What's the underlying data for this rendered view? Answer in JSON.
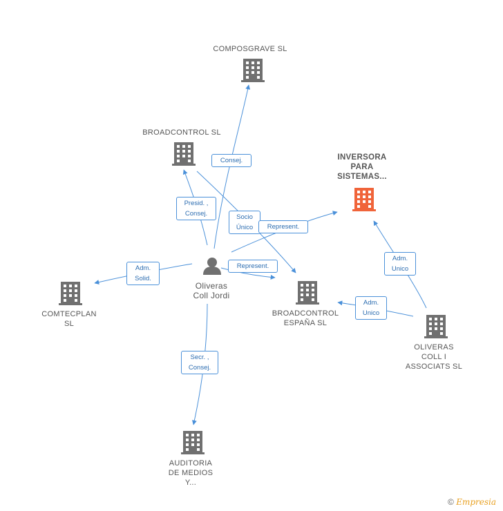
{
  "nodes": {
    "composgrave": {
      "lines": [
        "COMPOSGRAVE SL"
      ]
    },
    "broadcontrol": {
      "lines": [
        "BROADCONTROL SL"
      ]
    },
    "inversora": {
      "lines": [
        "INVERSORA",
        "PARA",
        "SISTEMAS..."
      ]
    },
    "comtecplan": {
      "lines": [
        "COMTECPLAN",
        "SL"
      ]
    },
    "oliveras_person": {
      "lines": [
        "Oliveras",
        "Coll Jordi"
      ]
    },
    "broadcontrol_espana": {
      "lines": [
        "BROADCONTROL",
        "ESPAÑA  SL"
      ]
    },
    "oliveras_associats": {
      "lines": [
        "OLIVERAS",
        "COLL I",
        "ASSOCIATS  SL"
      ]
    },
    "auditoria": {
      "lines": [
        "AUDITORIA",
        "DE MEDIOS",
        "Y..."
      ]
    }
  },
  "edges": {
    "consej": {
      "lines": [
        "Consej."
      ]
    },
    "presid_consej": {
      "lines": [
        "Presid. ,",
        "Consej."
      ]
    },
    "socio_unico": {
      "lines": [
        "Socio",
        "Único"
      ]
    },
    "represent_1": {
      "lines": [
        "Represent."
      ]
    },
    "represent_2": {
      "lines": [
        "Represent."
      ]
    },
    "adm_solid": {
      "lines": [
        "Adm.",
        "Solid."
      ]
    },
    "adm_unico_1": {
      "lines": [
        "Adm.",
        "Unico"
      ]
    },
    "adm_unico_2": {
      "lines": [
        "Adm.",
        "Unico"
      ]
    },
    "secr_consej": {
      "lines": [
        "Secr. ,",
        "Consej."
      ]
    }
  },
  "colors": {
    "edge": "#4a90d9",
    "building": "#707070",
    "focus_building": "#f0643a",
    "person": "#707070"
  },
  "footer": {
    "copyright": "©",
    "brand": "Empresia"
  }
}
